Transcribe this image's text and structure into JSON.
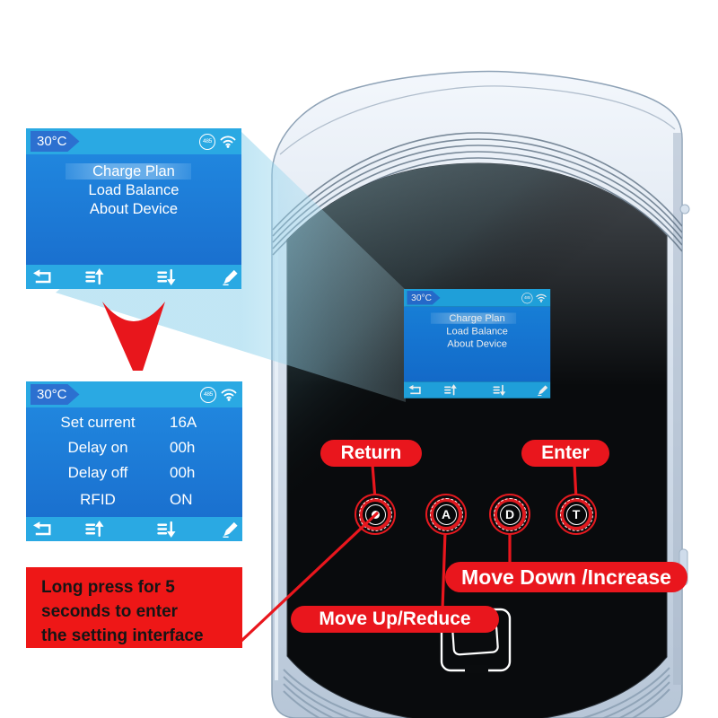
{
  "title": "EV charger setting interface instructions",
  "colors": {
    "accent_red": "#e9161d",
    "screen_header": "#2aa9e3",
    "screen_body": "#1b74d3",
    "temperature_tag_blue": "#2c70d0",
    "shell_blue": "#d5e0ec",
    "panel_black": "#0a0c0e"
  },
  "menu_screen": {
    "temperature": "30°C",
    "badge_485": "485",
    "items": [
      "Charge Plan",
      "Load Balance",
      "About Device"
    ]
  },
  "settings_screen": {
    "temperature": "30°C",
    "badge_485": "485",
    "rows": [
      {
        "label": "Set current",
        "value": "16A"
      },
      {
        "label": "Delay on",
        "value": "00h"
      },
      {
        "label": "Delay off",
        "value": "00h"
      },
      {
        "label": "RFID",
        "value": "ON"
      }
    ]
  },
  "callouts": {
    "return_label": "Return",
    "enter_label": "Enter",
    "move_down_label": "Move Down /Increase",
    "move_up_label": "Move Up/Reduce",
    "long_press_line1": "Long press for 5",
    "long_press_line2": "seconds to enter",
    "long_press_line3": "the setting interface"
  },
  "keys": {
    "key_a": "A",
    "key_d": "D",
    "key_t": "T"
  },
  "icons": {
    "badge": "485-badge",
    "wifi": "wifi-icon",
    "back": "back-icon",
    "scroll_up": "scroll-up-icon",
    "scroll_down": "scroll-down-icon",
    "edit": "edit-icon",
    "rfid": "rfid-card-icon",
    "return_key": "return-dot-icon",
    "down_arrow": "red-down-arrow"
  }
}
